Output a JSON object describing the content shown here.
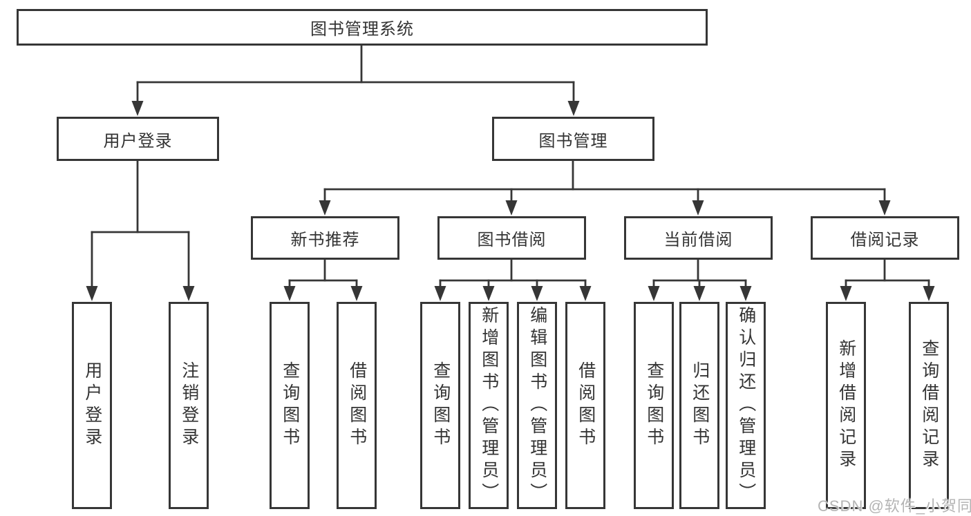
{
  "tree": {
    "label": "图书管理系统",
    "children": [
      {
        "label": "用户登录",
        "children": [
          {
            "label": "用户登录"
          },
          {
            "label": "注销登录"
          }
        ]
      },
      {
        "label": "图书管理",
        "children": [
          {
            "label": "新书推荐",
            "children": [
              {
                "label": "查询图书"
              },
              {
                "label": "借阅图书"
              }
            ]
          },
          {
            "label": "图书借阅",
            "children": [
              {
                "label": "查询图书"
              },
              {
                "label": "新增图书（管理员）"
              },
              {
                "label": "编辑图书（管理员）"
              },
              {
                "label": "借阅图书"
              }
            ]
          },
          {
            "label": "当前借阅",
            "children": [
              {
                "label": "查询图书"
              },
              {
                "label": "归还图书"
              },
              {
                "label": "确认归还（管理员）"
              }
            ]
          },
          {
            "label": "借阅记录",
            "children": [
              {
                "label": "新增借阅记录"
              },
              {
                "label": "查询借阅记录"
              }
            ]
          }
        ]
      }
    ]
  },
  "watermark": "CSDN @软件_小贺同学",
  "colors": {
    "line": "#363636",
    "text": "#333333",
    "watermark": "#b4b4b4",
    "background": "#ffffff"
  }
}
